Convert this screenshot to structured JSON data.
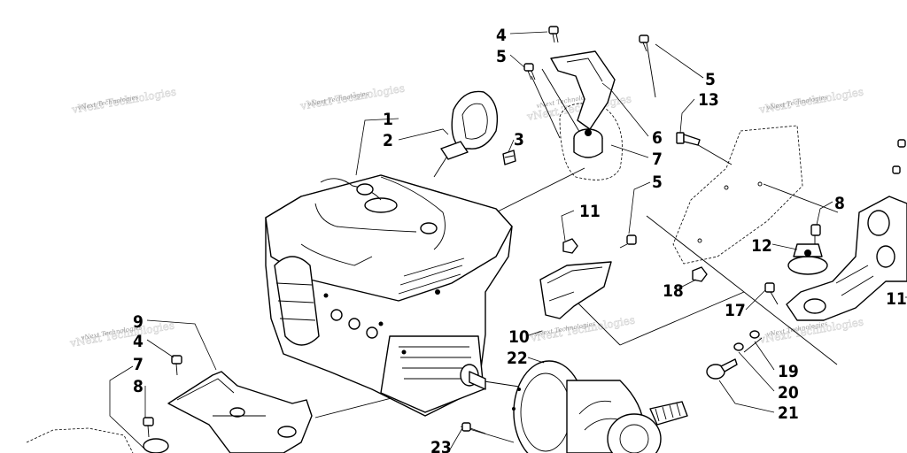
{
  "watermark_text": "vNext Technologies",
  "callouts": [
    {
      "id": "c1",
      "text": "1"
    },
    {
      "id": "c2",
      "text": "2"
    },
    {
      "id": "c3",
      "text": "3"
    },
    {
      "id": "c4a",
      "text": "4"
    },
    {
      "id": "c5a",
      "text": "5"
    },
    {
      "id": "c5b",
      "text": "5"
    },
    {
      "id": "c13",
      "text": "13"
    },
    {
      "id": "c6",
      "text": "6"
    },
    {
      "id": "c7a",
      "text": "7"
    },
    {
      "id": "c5c",
      "text": "5"
    },
    {
      "id": "c11a",
      "text": "11"
    },
    {
      "id": "c8a",
      "text": "8"
    },
    {
      "id": "c12",
      "text": "12"
    },
    {
      "id": "c11b",
      "text": "11"
    },
    {
      "id": "c18",
      "text": "18"
    },
    {
      "id": "c17",
      "text": "17"
    },
    {
      "id": "c9",
      "text": "9"
    },
    {
      "id": "c4b",
      "text": "4"
    },
    {
      "id": "c7b",
      "text": "7"
    },
    {
      "id": "c8b",
      "text": "8"
    },
    {
      "id": "c10",
      "text": "10"
    },
    {
      "id": "c22",
      "text": "22"
    },
    {
      "id": "c19",
      "text": "19"
    },
    {
      "id": "c20",
      "text": "20"
    },
    {
      "id": "c21",
      "text": "21"
    },
    {
      "id": "c23",
      "text": "23"
    }
  ]
}
